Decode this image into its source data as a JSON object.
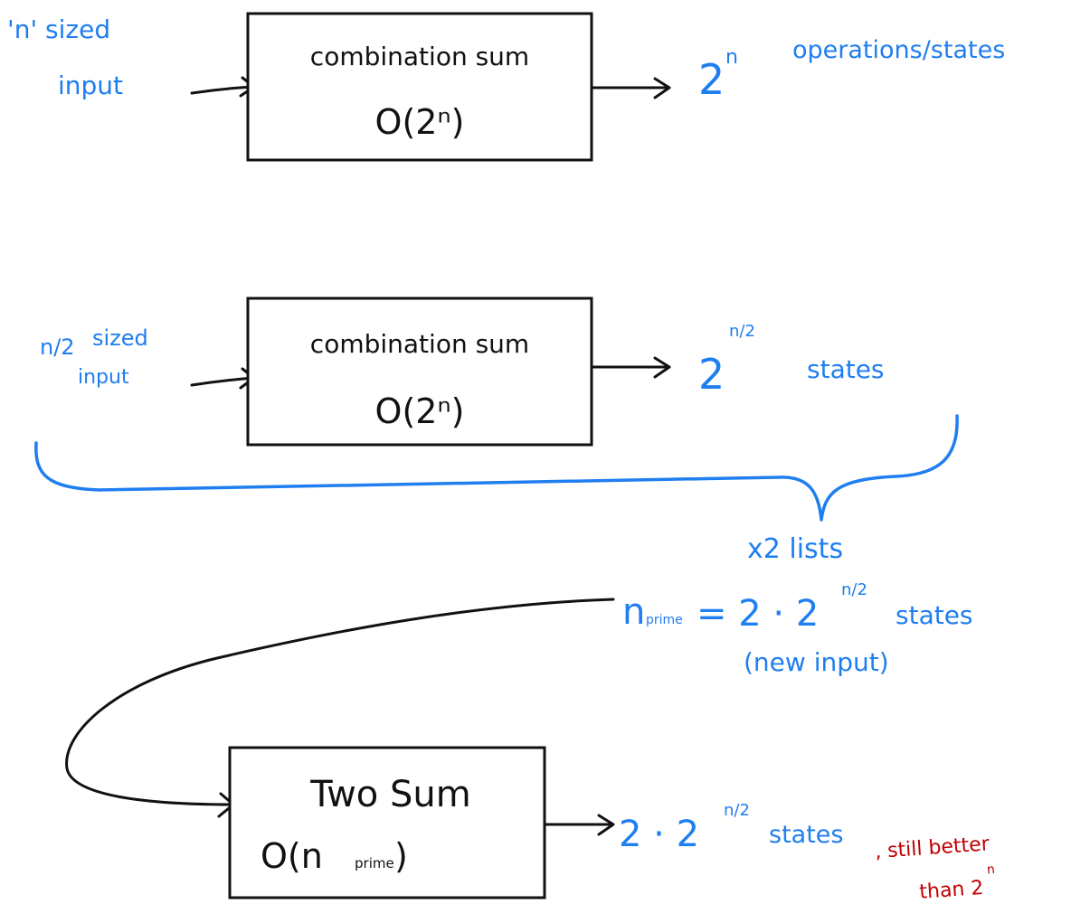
{
  "colors": {
    "ink_black": "#111111",
    "ink_blue": "#1f7ef0",
    "ink_red": "#c00000"
  },
  "block1": {
    "input_line1": "'n' sized",
    "input_line2": "input",
    "title": "combination sum",
    "complexity": "O(2ⁿ)",
    "output_base": "2",
    "output_exp": "n",
    "output_text": "operations/states"
  },
  "block2": {
    "input_frac": "n/2",
    "input_line1": "sized",
    "input_line2": "input",
    "title": "combination sum",
    "complexity": "O(2ⁿ)",
    "output_base": "2",
    "output_exp": "n/2",
    "output_text": "states"
  },
  "brace": {
    "label": "x2 lists"
  },
  "nprime": {
    "symbol": "n",
    "subscript": "prime",
    "expr_eq": "= 2 · 2",
    "expr_exp": "n/2",
    "expr_text": "states",
    "note": "(new input)"
  },
  "block3": {
    "title": "Two Sum",
    "complexity_open": "O(n",
    "complexity_sub": "prime",
    "complexity_close": ")",
    "output_expr": "2 · 2",
    "output_exp": "n/2",
    "output_text": "states"
  },
  "annotation": {
    "line1": ", still better",
    "line2": "than 2",
    "exp": "n"
  }
}
